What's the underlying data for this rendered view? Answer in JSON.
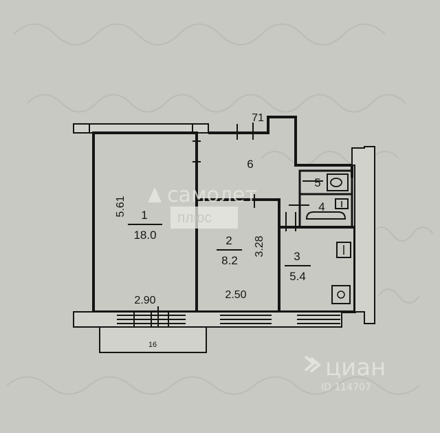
{
  "rooms": [
    {
      "number": "1",
      "area": "18.0"
    },
    {
      "number": "2",
      "area": "8.2"
    },
    {
      "number": "3",
      "area": "5.4"
    },
    {
      "number": "4",
      "area": ""
    },
    {
      "number": "5",
      "area": ""
    },
    {
      "number": "6",
      "area": ""
    }
  ],
  "dimensions": {
    "room1_height": "5.61",
    "room1_width": "2.90",
    "room2_height": "3.28",
    "room2_width": "2.50",
    "top_mark": "71",
    "balcony_mark": "16"
  },
  "watermarks": {
    "samolet": "самолет",
    "samolet_sub": "плюс",
    "cian": "циан",
    "cian_id": "ID 114707"
  },
  "colors": {
    "paper": "#c9c9c3",
    "wall": "#151515",
    "fill": "#d2d2cc"
  }
}
